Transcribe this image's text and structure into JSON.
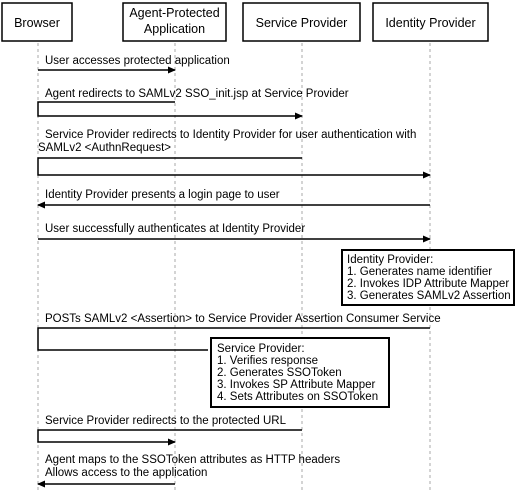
{
  "participants": [
    {
      "label": "Browser"
    },
    {
      "label": "Agent-Protected",
      "label2": "Application"
    },
    {
      "label": "Service Provider"
    },
    {
      "label": "Identity Provider"
    }
  ],
  "messages": [
    {
      "text": "User accesses protected application"
    },
    {
      "text": "Agent redirects to SAMLv2 SSO_init.jsp at Service Provider"
    },
    {
      "text": "Service Provider redirects to Identity Provider for user authentication with",
      "text2": "SAMLv2 <AuthnRequest>"
    },
    {
      "text": "Identity Provider presents a login page to user"
    },
    {
      "text": "User successfully authenticates at Identity Provider"
    },
    {
      "text": "POSTs SAMLv2 <Assertion> to Service Provider Assertion Consumer Service"
    },
    {
      "text": "Service Provider redirects to the protected URL"
    },
    {
      "text": "Agent maps to the SSOToken attributes as HTTP headers",
      "text2": "Allows access to the application"
    }
  ],
  "notes": [
    {
      "lines": [
        "Identity Provider:",
        "1. Generates name identifier",
        "2. Invokes IDP Attribute Mapper",
        "3. Generates SAMLv2 Assertion"
      ]
    },
    {
      "lines": [
        "Service Provider:",
        "1. Verifies response",
        "2. Generates SSOToken",
        "3. Invokes SP Attribute Mapper",
        "4. Sets Attributes on SSOToken"
      ]
    }
  ]
}
